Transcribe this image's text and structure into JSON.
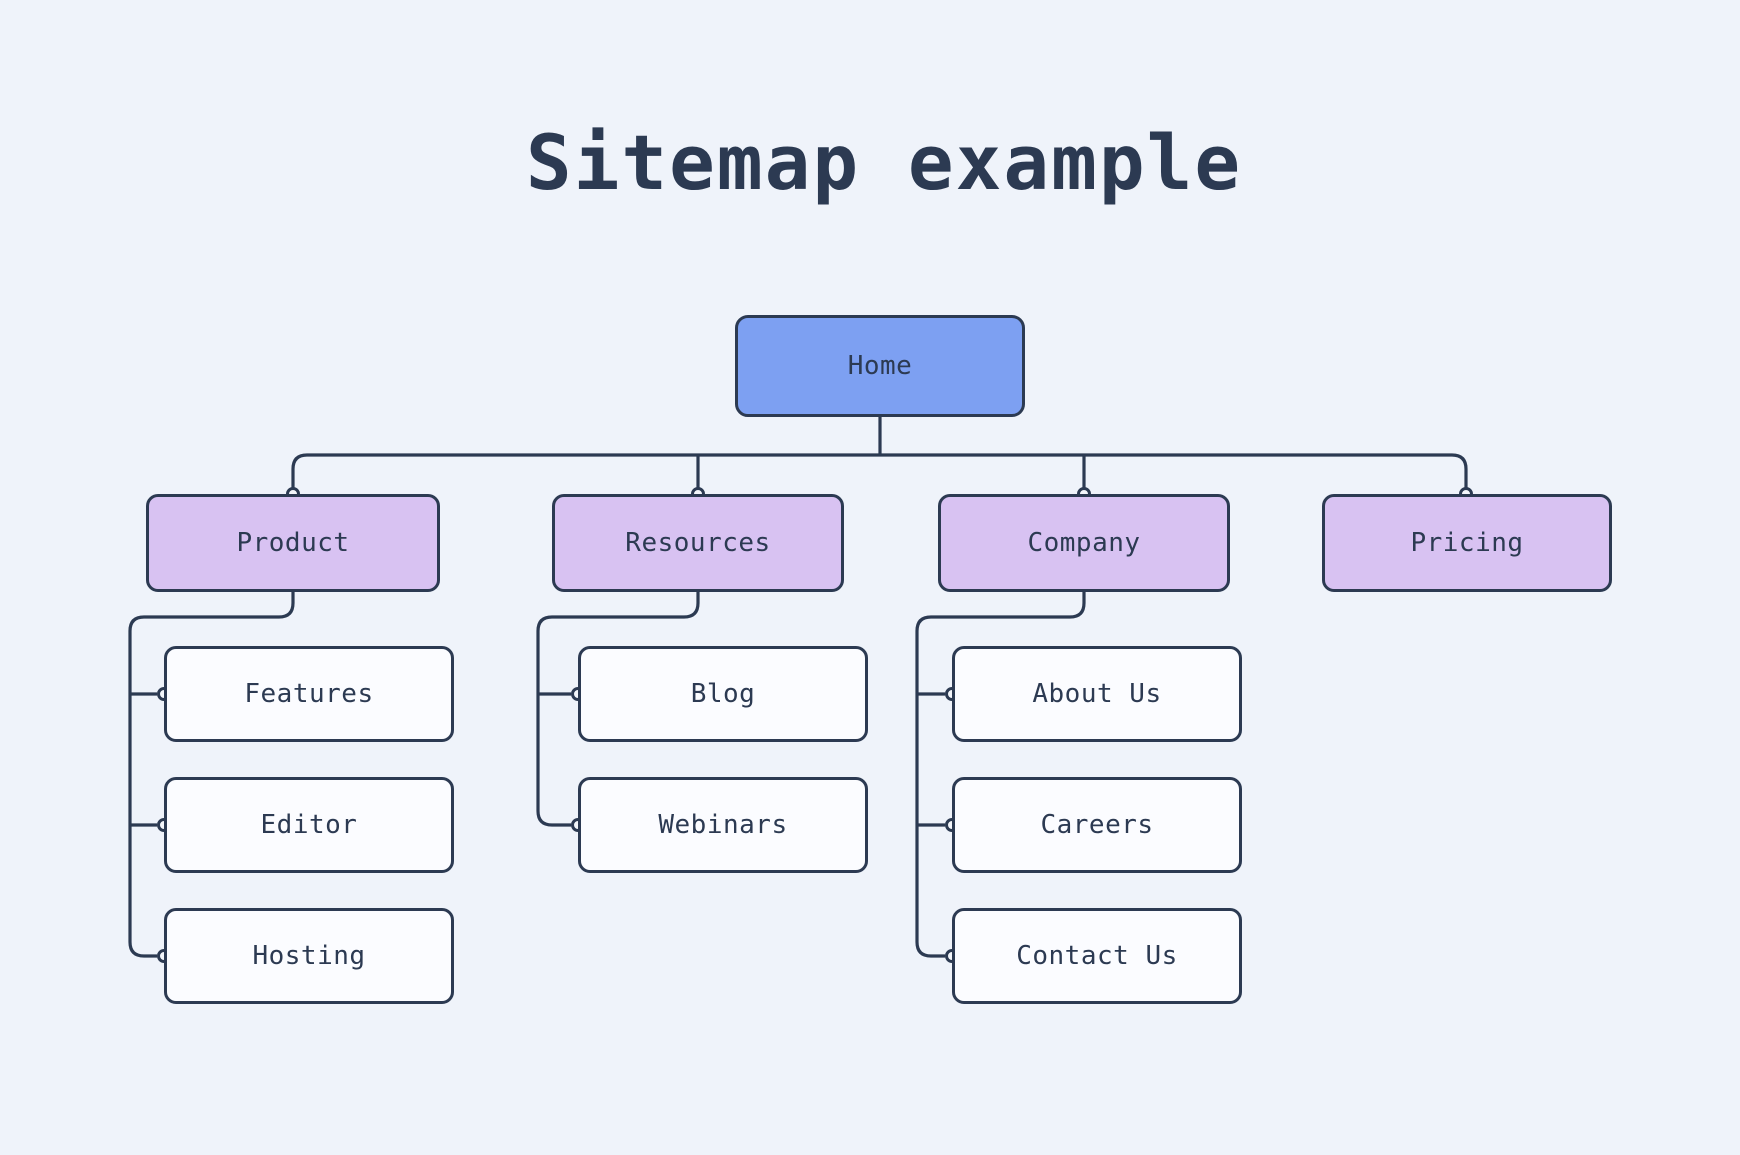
{
  "title": "Sitemap example",
  "palette": {
    "background": "#eff3fa",
    "line": "#2c3a52",
    "text": "#2c3a52",
    "home_fill": "#7da0f2",
    "section_fill": "#d8c2f2",
    "leaf_fill": "#fbfcff",
    "connector_dot_fill": "#f3f6fb"
  },
  "tree": {
    "root": {
      "label": "Home"
    },
    "sections": [
      {
        "label": "Product",
        "children": [
          {
            "label": "Features"
          },
          {
            "label": "Editor"
          },
          {
            "label": "Hosting"
          }
        ]
      },
      {
        "label": "Resources",
        "children": [
          {
            "label": "Blog"
          },
          {
            "label": "Webinars"
          }
        ]
      },
      {
        "label": "Company",
        "children": [
          {
            "label": "About Us"
          },
          {
            "label": "Careers"
          },
          {
            "label": "Contact Us"
          }
        ]
      },
      {
        "label": "Pricing",
        "children": []
      }
    ]
  }
}
